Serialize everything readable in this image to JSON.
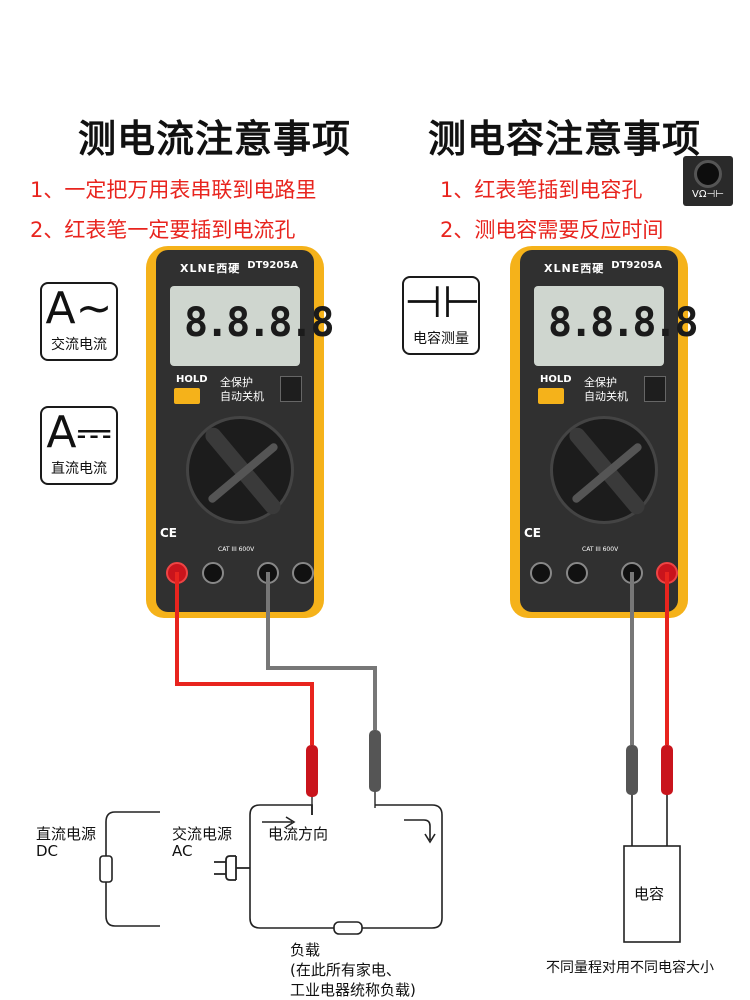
{
  "current_section": {
    "title": "测电流注意事项",
    "notes": [
      "1、一定把万用表串联到电路里",
      "2、红表笔一定要插到电流孔"
    ],
    "ac_icon": {
      "symbol": "A~",
      "caption": "交流电流"
    },
    "dc_icon": {
      "symbol": "A⎓",
      "caption": "直流电流"
    },
    "dc_source_label": [
      "直流电源",
      "DC"
    ],
    "ac_source_label": [
      "交流电源",
      "AC"
    ],
    "current_direction_label": "电流方向",
    "load_label": [
      "负载",
      "(在此所有家电、",
      "工业电器统称负载)"
    ]
  },
  "capacitance_section": {
    "title": "测电容注意事项",
    "notes": [
      "1、红表笔插到电容孔",
      "2、测电容需要反应时间"
    ],
    "cap_icon": {
      "symbol": "⊣⊢",
      "caption": "电容测量"
    },
    "socket_label": "VΩ⊣⊢",
    "capacitor_label": "电容",
    "footer_note": "不同量程对用不同电容大小"
  },
  "meter": {
    "brand": "XLNE西硬",
    "model": "DT9205A",
    "display": "8.8.8.8",
    "hold_label": "HOLD",
    "protection_text": [
      "全保护",
      "自动关机"
    ],
    "ce_mark": "CE",
    "cat_rating": "CAT III 600V"
  },
  "colors": {
    "meter_body": "#f5b21a",
    "red_lead": "#e8241e",
    "black_lead": "#777777",
    "note_red": "#e8241e"
  }
}
